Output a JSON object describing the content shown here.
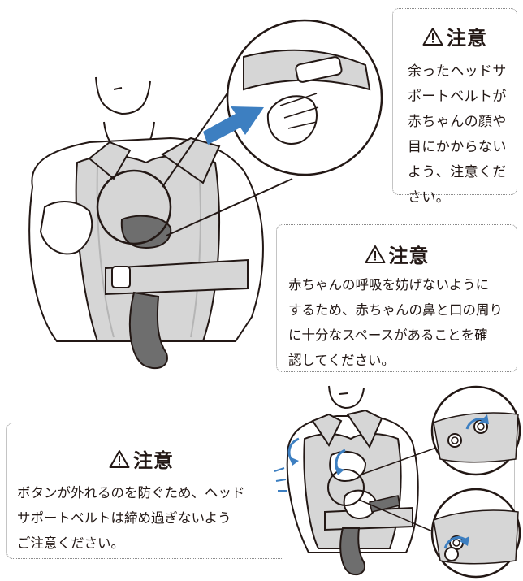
{
  "caution_top": {
    "title": "注意",
    "lines": [
      "余ったヘッドサ",
      "ポートベルトが",
      "赤ちゃんの顔や",
      "目にかからない",
      "よう、注意くだ",
      "さい。"
    ]
  },
  "caution_middle": {
    "title": "注意",
    "lines": [
      "赤ちゃんの呼吸を妨げないように",
      "するため、赤ちゃんの鼻と口の周り",
      "に十分なスペースがあることを確",
      "認してください。"
    ]
  },
  "caution_bottom": {
    "title": "注意",
    "lines": [
      "ボタンが外れるのを防ぐため、ヘッド",
      "サポートベルトは締め過ぎないよう",
      "ご注意ください。"
    ]
  },
  "colors": {
    "arrow_blue": "#3d7fc1",
    "carrier_gray": "#d6d6d6",
    "leg_gray": "#6e6e6e",
    "text": "#231815"
  },
  "icons": [
    "warning-triangle-icon",
    "direction-arrow-icon",
    "rotate-arrow-icon"
  ]
}
